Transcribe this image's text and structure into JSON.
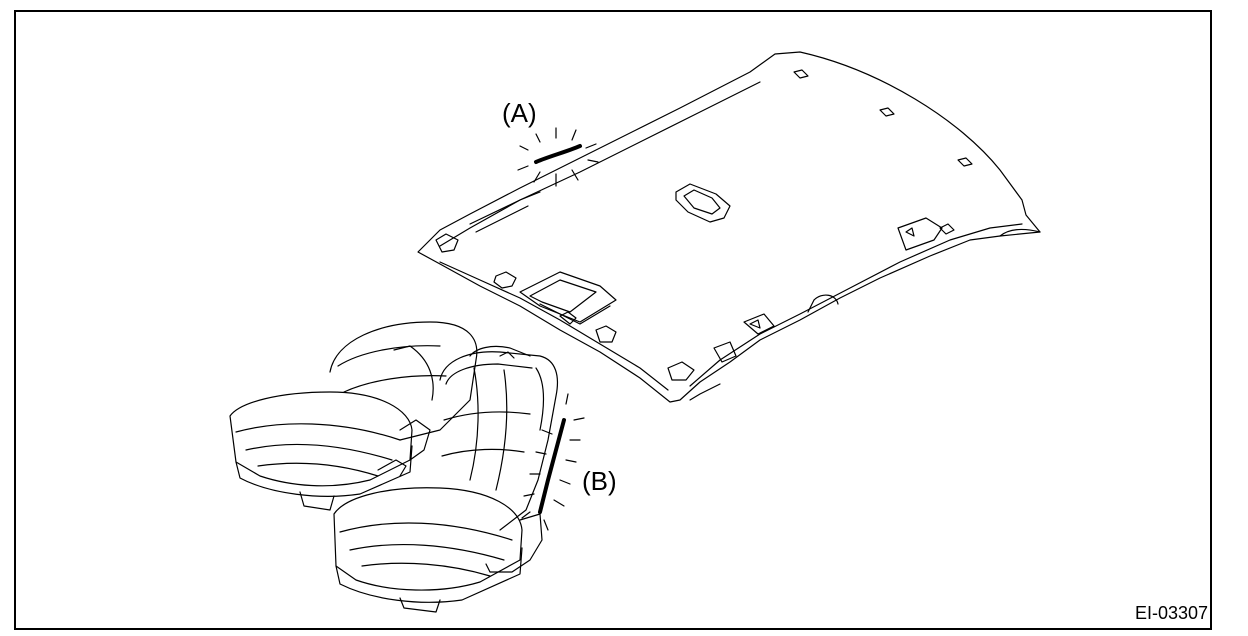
{
  "labels": {
    "a": "(A)",
    "b": "(B)"
  },
  "figure_code": "EI-03307",
  "colors": {
    "line": "#000000",
    "background": "#ffffff"
  }
}
